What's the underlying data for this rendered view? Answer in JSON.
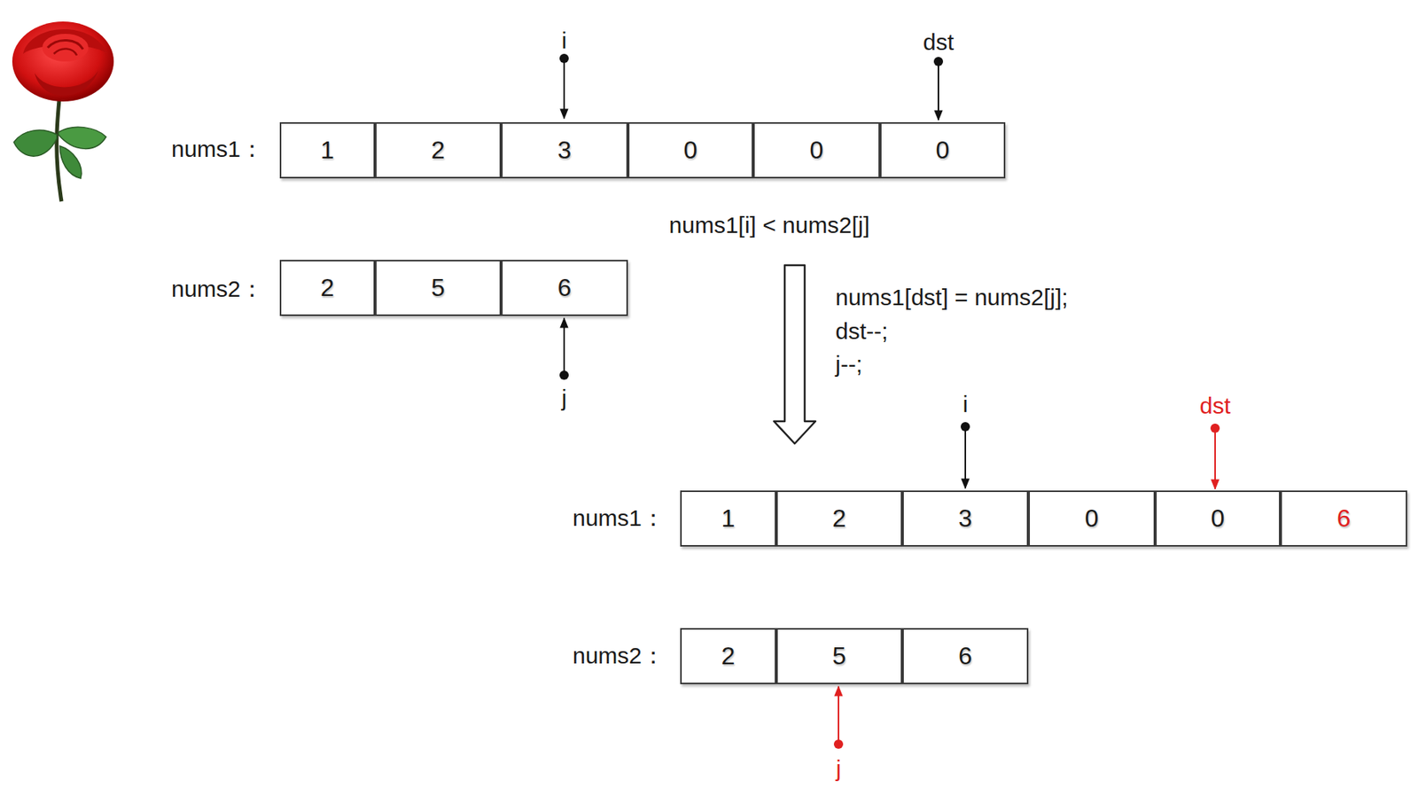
{
  "diagram": {
    "nodes": [
      {
        "text": [
          "1"
        ]
      },
      {
        "text": [
          "2"
        ]
      },
      {
        "text": [
          "3"
        ]
      },
      {
        "text": [
          "0"
        ]
      },
      {
        "text": [
          "0"
        ]
      },
      {
        "text": [
          "0"
        ]
      },
      {
        "text": [
          "2"
        ]
      },
      {
        "text": [
          "5"
        ]
      },
      {
        "text": [
          "6"
        ]
      },
      {
        "text": [
          "1"
        ]
      },
      {
        "text": [
          "2"
        ]
      },
      {
        "text": [
          "3"
        ]
      },
      {
        "text": [
          "0"
        ]
      },
      {
        "text": [
          "0"
        ]
      },
      {
        "text": [
          "6"
        ]
      },
      {
        "text": [
          "2"
        ]
      },
      {
        "text": [
          "5"
        ]
      },
      {
        "text": [
          "6"
        ]
      }
    ],
    "labels": [
      "nums1：",
      "i",
      "dst",
      "nums1[i] < nums2[j]",
      "nums2：",
      "j",
      "nums1[dst] = nums2[j];",
      "dst--;",
      "j--;",
      "i",
      "dst",
      "nums1：",
      "nums2：",
      "j"
    ]
  }
}
